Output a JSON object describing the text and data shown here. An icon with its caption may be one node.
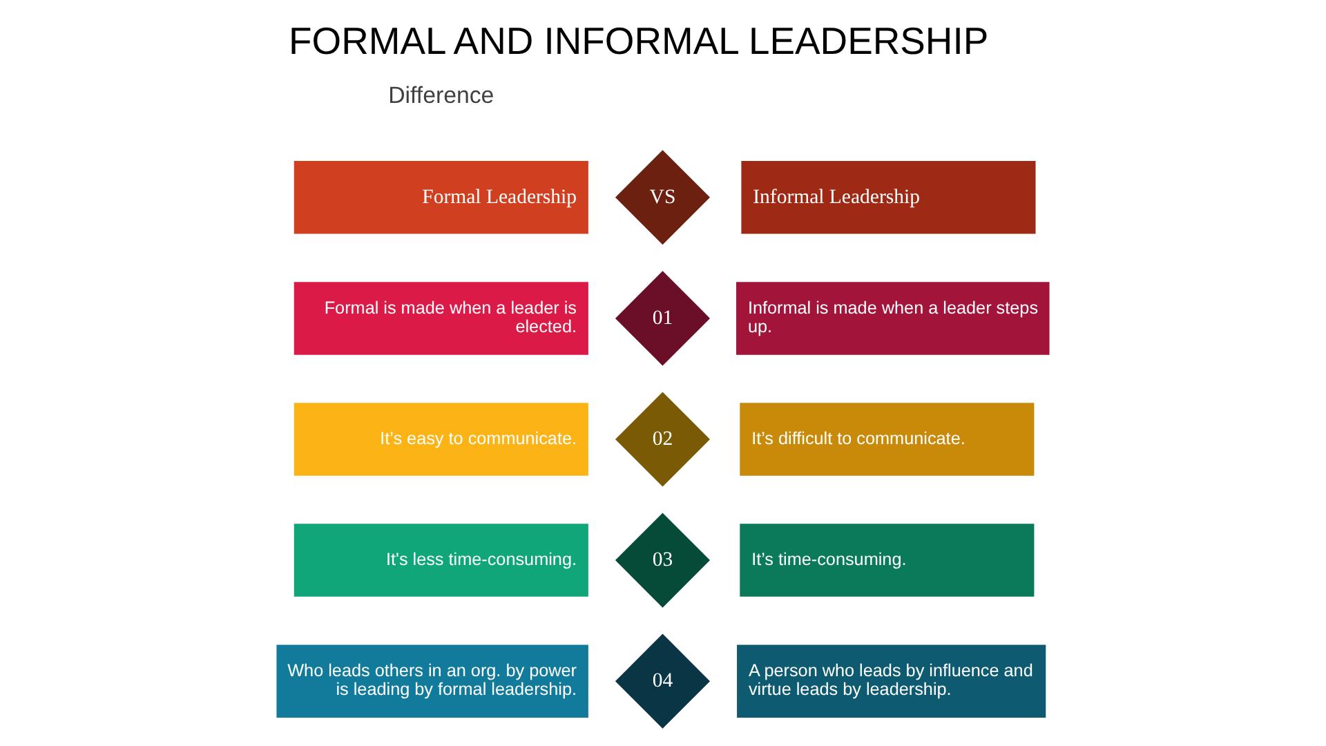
{
  "diagram": {
    "title": "FORMAL AND INFORMAL LEADERSHIP",
    "nodes": [
      {
        "text": [
          "Formal Leadership"
        ]
      },
      {
        "text": [
          "VS"
        ]
      },
      {
        "text": [
          "Informal Leadership"
        ]
      },
      {
        "text": [
          "Formal is made when a leader is elected."
        ]
      },
      {
        "text": [
          "01"
        ]
      },
      {
        "text": [
          "Informal is made when a leader steps up."
        ]
      },
      {
        "text": [
          "It’s easy to communicate."
        ]
      },
      {
        "text": [
          "02"
        ]
      },
      {
        "text": [
          "It’s difficult to communicate."
        ]
      },
      {
        "text": [
          "It's less time-consuming."
        ]
      },
      {
        "text": [
          "03"
        ]
      },
      {
        "text": [
          "It’s time-consuming."
        ]
      },
      {
        "text": [
          "Who leads others in an org. by power is leading by formal leadership."
        ]
      },
      {
        "text": [
          "04"
        ]
      },
      {
        "text": [
          "A person who leads by influence and virtue leads by leadership."
        ]
      }
    ],
    "edges": [],
    "labels": [
      "Difference"
    ]
  }
}
